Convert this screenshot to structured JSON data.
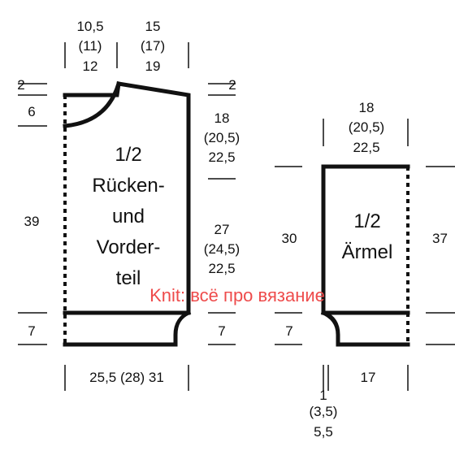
{
  "body_piece": {
    "title_lines": [
      "1/2",
      "Rücken-",
      "und",
      "Vorder-",
      "teil"
    ],
    "top_widths": {
      "left": [
        "10,5",
        "(11)",
        "12"
      ],
      "right": [
        "15",
        "(17)",
        "19"
      ]
    },
    "left_heights": [
      "2",
      "6",
      "39",
      "7"
    ],
    "right_heights": {
      "top": "2",
      "upper": [
        "18",
        "(20,5)",
        "22,5"
      ],
      "middle": [
        "27",
        "(24,5)",
        "22,5"
      ],
      "bottom": "7"
    },
    "bottom_width": "25,5 (28) 31"
  },
  "sleeve_piece": {
    "title_lines": [
      "1/2",
      "Ärmel"
    ],
    "top_width": [
      "18",
      "(20,5)",
      "22,5"
    ],
    "left_heights": [
      "30",
      "7"
    ],
    "right_height": "37",
    "bottom_widths": {
      "left": [
        "1",
        "(3,5)",
        "5,5"
      ],
      "right": "17"
    }
  },
  "watermark": "Knit: всё про вязание"
}
